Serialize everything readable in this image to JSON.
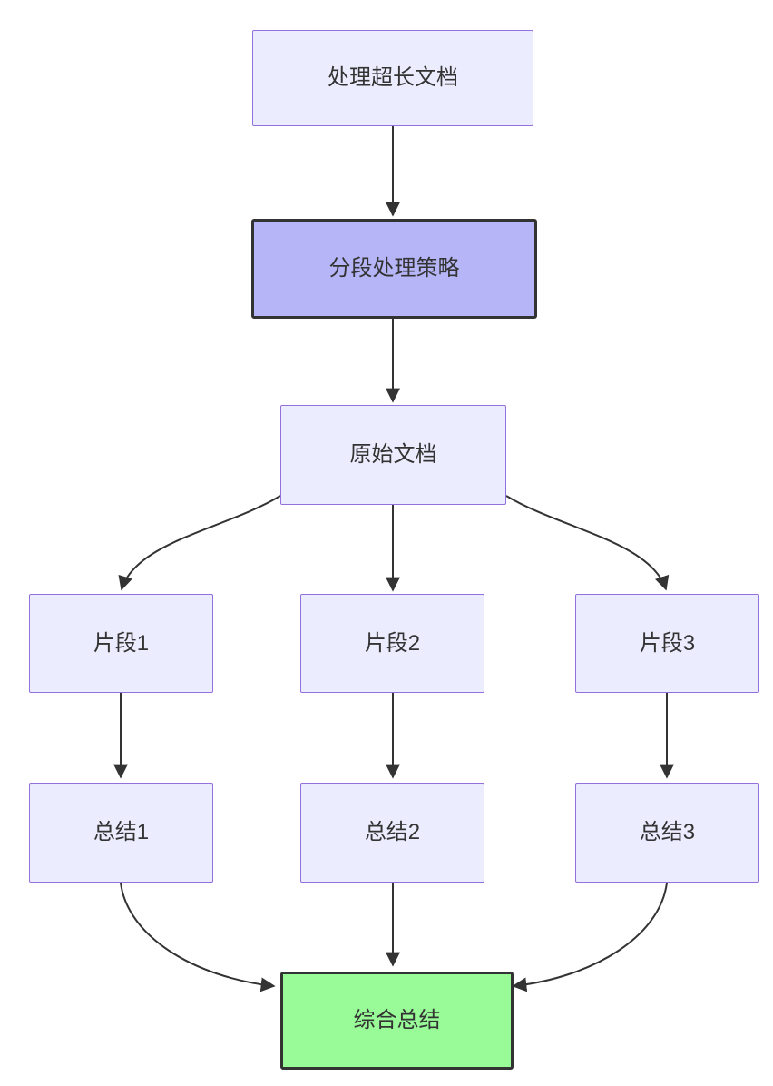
{
  "diagram": {
    "type": "flowchart",
    "direction": "top-down",
    "nodes": [
      {
        "id": "A",
        "label": "处理超长文档",
        "variant": "default"
      },
      {
        "id": "B",
        "label": "分段处理策略",
        "variant": "accent-purple"
      },
      {
        "id": "C",
        "label": "原始文档",
        "variant": "default"
      },
      {
        "id": "D1",
        "label": "片段1",
        "variant": "default"
      },
      {
        "id": "D2",
        "label": "片段2",
        "variant": "default"
      },
      {
        "id": "D3",
        "label": "片段3",
        "variant": "default"
      },
      {
        "id": "E1",
        "label": "总结1",
        "variant": "default"
      },
      {
        "id": "E2",
        "label": "总结2",
        "variant": "default"
      },
      {
        "id": "E3",
        "label": "总结3",
        "variant": "default"
      },
      {
        "id": "F",
        "label": "综合总结",
        "variant": "accent-green"
      }
    ],
    "edges": [
      {
        "from": "A",
        "to": "B"
      },
      {
        "from": "B",
        "to": "C"
      },
      {
        "from": "C",
        "to": "D1"
      },
      {
        "from": "C",
        "to": "D2"
      },
      {
        "from": "C",
        "to": "D3"
      },
      {
        "from": "D1",
        "to": "E1"
      },
      {
        "from": "D2",
        "to": "E2"
      },
      {
        "from": "D3",
        "to": "E3"
      },
      {
        "from": "E1",
        "to": "F"
      },
      {
        "from": "E2",
        "to": "F"
      },
      {
        "from": "E3",
        "to": "F"
      }
    ],
    "colors": {
      "node_fill": "#ECECFF",
      "node_border": "#9370DB",
      "accent_fill": "#B5B5F7",
      "accent_border": "#333333",
      "green_fill": "#98FB98",
      "edge_color": "#333333",
      "text_color": "#333333",
      "background": "#FFFFFF"
    }
  }
}
